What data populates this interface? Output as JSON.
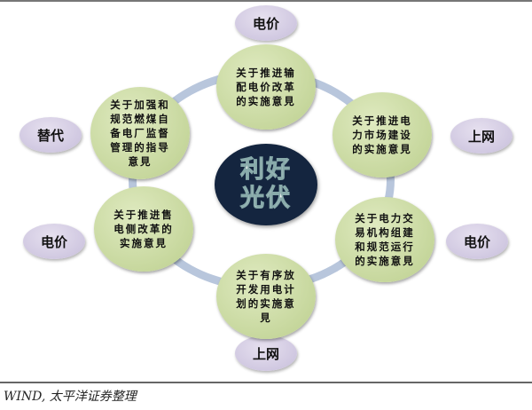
{
  "center": {
    "label": "利好光伏"
  },
  "nodes": [
    {
      "text": "关于推进输配电价改革的实施意見",
      "tag": "电价"
    },
    {
      "text": "关于推进电力市场建设的实施意見",
      "tag": "上网"
    },
    {
      "text": "关于电力交易机构组建和规范运行的实施意見",
      "tag": "电价"
    },
    {
      "text": "关于有序放开发用电计划的实施意見",
      "tag": "上网"
    },
    {
      "text": "关于推进售电侧改革的实施意見",
      "tag": "电价"
    },
    {
      "text": "关于加强和规范燃煤自备电厂监督管理的指导意見",
      "tag": "替代"
    }
  ],
  "footer": {
    "source": "WIND, 太平洋证券整理"
  }
}
